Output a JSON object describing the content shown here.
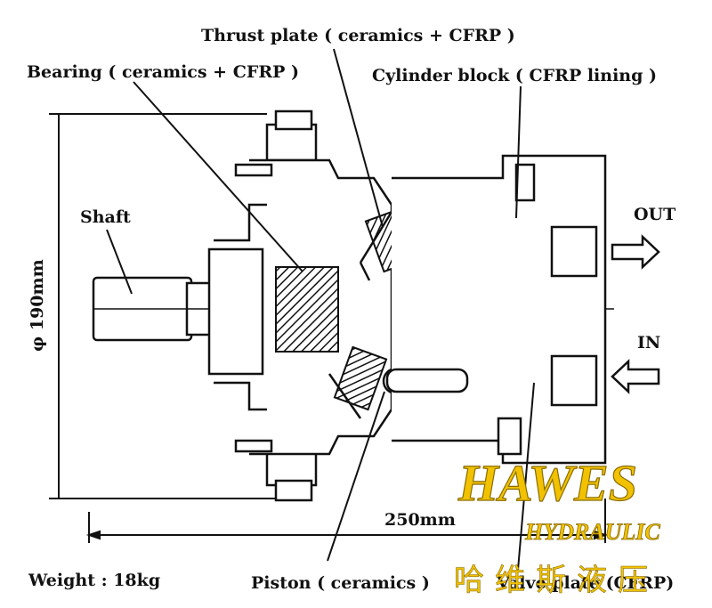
{
  "labels": {
    "thrust_plate": "Thrust plate ( ceramics + CFRP )",
    "bearing": "Bearing ( ceramics + CFRP )",
    "cylinder_block": "Cylinder block ( CFRP lining )",
    "shaft": "Shaft",
    "out": "OUT",
    "in": "IN",
    "diameter": "φ 190mm",
    "length": "250mm",
    "weight": "Weight : 18kg",
    "piston": "Piston ( ceramics )",
    "valve_plate": "Valve plate (CFRP)"
  },
  "watermark": {
    "brand": "HAWES",
    "sub": "HYDRAULIC",
    "chinese": "哈维斯液压",
    "color": "#f2c200"
  }
}
